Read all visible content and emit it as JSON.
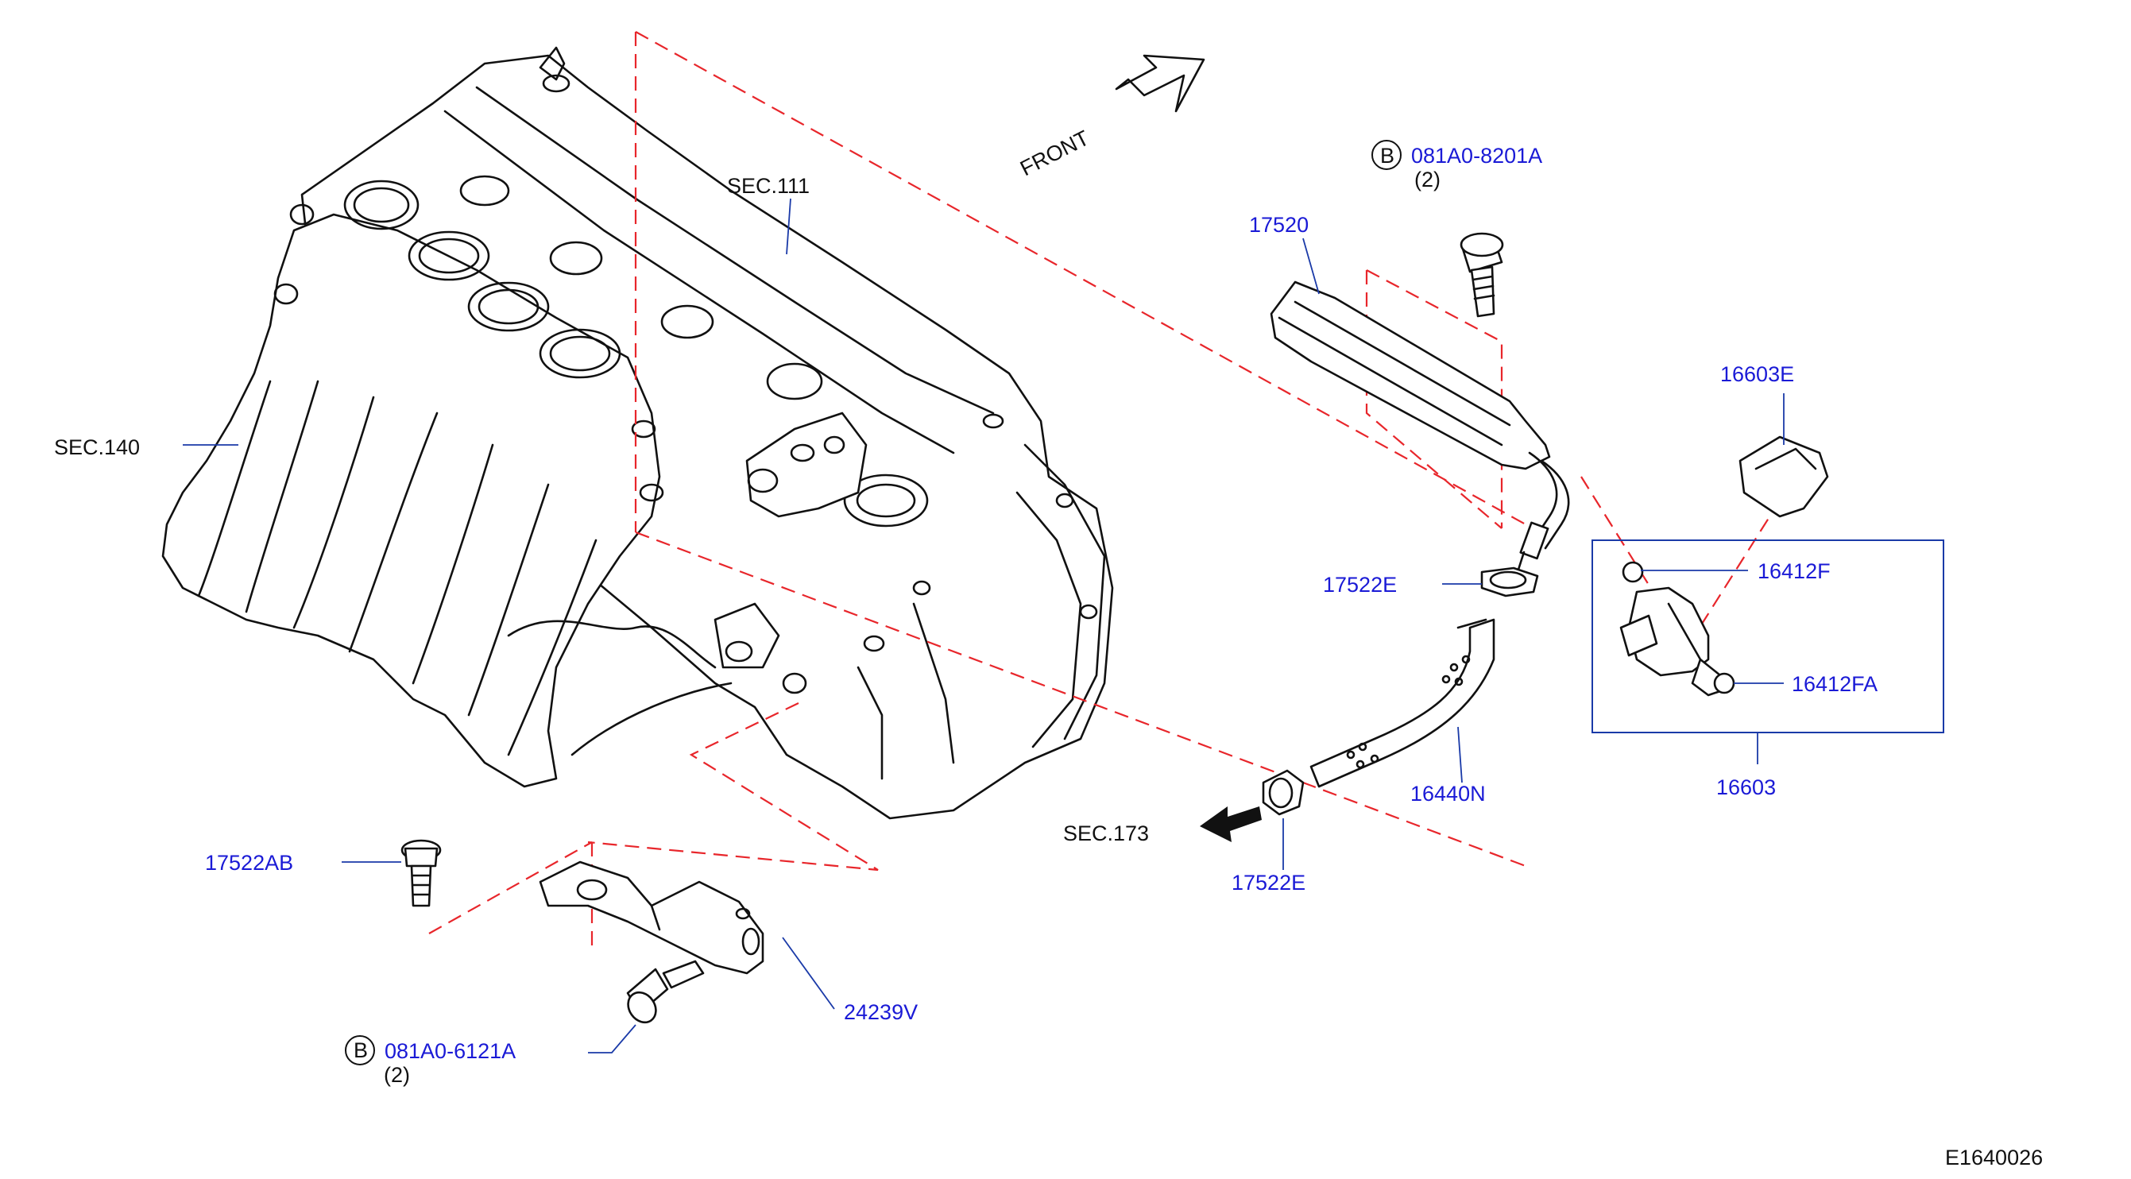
{
  "diagram_id": "E1640026",
  "front_label": "FRONT",
  "sections": [
    "SEC.111",
    "SEC.140",
    "SEC.173"
  ],
  "parts": [
    {
      "id": "p1",
      "number": "081A0-8201A",
      "badge": "B",
      "qty": "(2)"
    },
    {
      "id": "p2",
      "number": "17520"
    },
    {
      "id": "p3",
      "number": "16603E"
    },
    {
      "id": "p4",
      "number": "16412F"
    },
    {
      "id": "p5",
      "number": "16412FA"
    },
    {
      "id": "p6",
      "number": "17522E"
    },
    {
      "id": "p7",
      "number": "16440N"
    },
    {
      "id": "p8",
      "number": "16603"
    },
    {
      "id": "p9",
      "number": "17522E"
    },
    {
      "id": "p10",
      "number": "17522AB"
    },
    {
      "id": "p11",
      "number": "24239V"
    },
    {
      "id": "p12",
      "number": "081A0-6121A",
      "badge": "B",
      "qty": "(2)"
    }
  ],
  "colors": {
    "label": "#1a1ad6",
    "leader": "#1a3aa8",
    "phantom": "#e8262b",
    "line": "#111111"
  }
}
